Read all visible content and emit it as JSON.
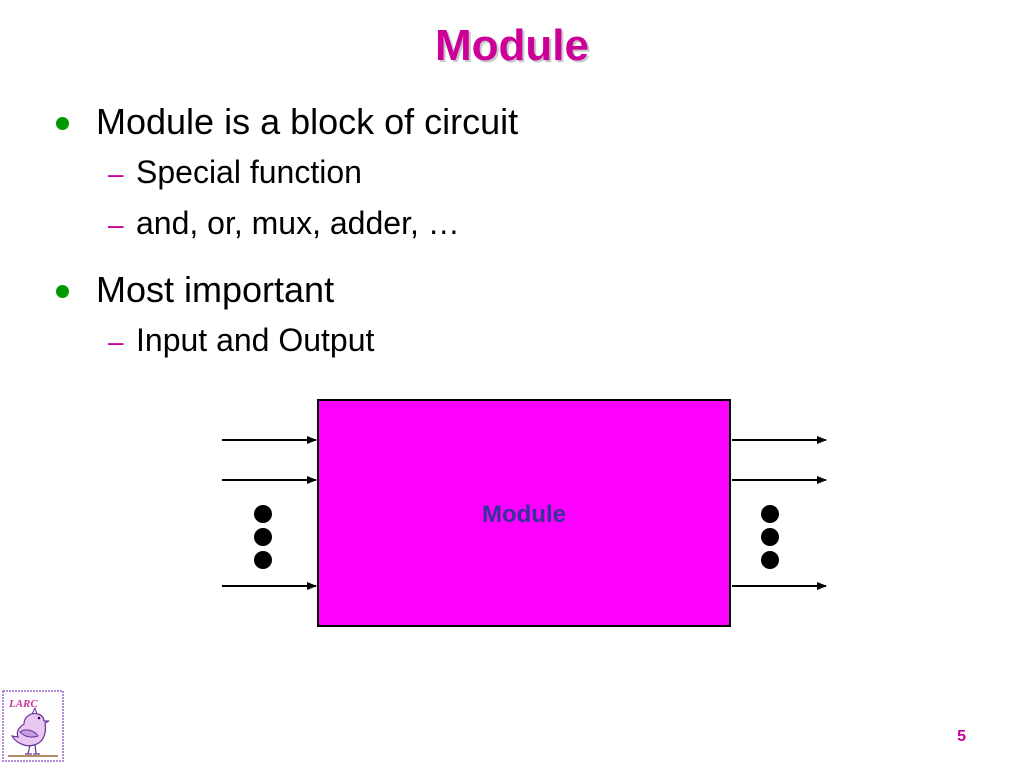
{
  "slide": {
    "title": "Module",
    "page_number": "5"
  },
  "bullets": [
    {
      "text": "Module is a block of circuit",
      "subs": [
        "Special function",
        "and, or, mux, adder, …"
      ]
    },
    {
      "text": "Most important",
      "subs": [
        "Input and Output"
      ]
    }
  ],
  "diagram": {
    "block_label": "Module",
    "block_color": "#ff00ff",
    "label_color": "#333399"
  },
  "colors": {
    "title": "#cc0099",
    "bullet": "#009900",
    "dash": "#cc0099"
  },
  "logo": {
    "text": "LARC",
    "icon": "bird-logo-icon"
  }
}
